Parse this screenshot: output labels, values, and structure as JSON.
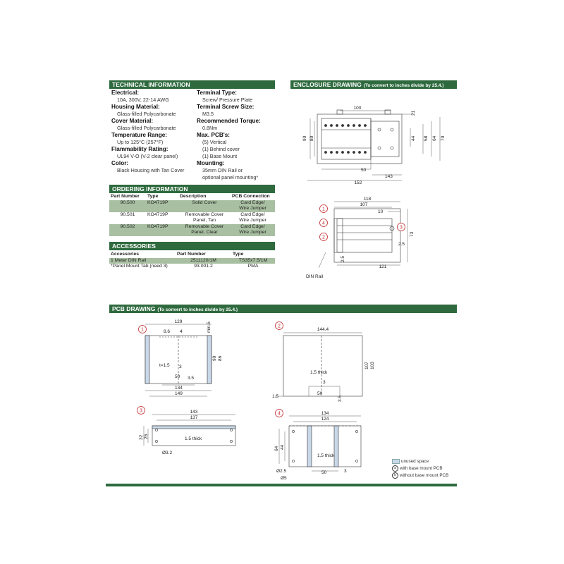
{
  "sections": {
    "technical": "TECHNICAL INFORMATION",
    "enclosure": "ENCLOSURE DRAWING",
    "enclosure_note": "(To convert to inches divide by 25.4.)",
    "ordering": "ORDERING INFORMATION",
    "accessories": "ACCESSORIES",
    "pcb": "PCB DRAWING",
    "pcb_note": "(To convert to inches divide by 25.4.)"
  },
  "tech_left": [
    {
      "label": "Electrical:",
      "values": [
        "10A, 300V, 22-14 AWG"
      ]
    },
    {
      "label": "Housing Material:",
      "values": [
        "Glass-filled Polycarbonate"
      ]
    },
    {
      "label": "Cover Material:",
      "values": [
        "Glass-filled Polycarbonate"
      ]
    },
    {
      "label": "Temperature Range:",
      "values": [
        "Up to 125°C (257°F)"
      ]
    },
    {
      "label": "Flammability Rating:",
      "values": [
        "UL94 V-O (V-2 clear panel)"
      ]
    },
    {
      "label": "Color:",
      "values": [
        "Black Housing with Tan Cover"
      ]
    }
  ],
  "tech_right": [
    {
      "label": "Terminal Type:",
      "values": [
        "Screw/ Pressure Plate"
      ]
    },
    {
      "label": "Terminal Screw Size:",
      "values": [
        "M3.5"
      ]
    },
    {
      "label": "Recommended Torque:",
      "values": [
        "0.8Nm"
      ]
    },
    {
      "label": "Max. PCB's:",
      "values": [
        "(5) Vertical",
        "(1) Behind cover",
        "(1) Base Mount"
      ]
    },
    {
      "label": "Mounting:",
      "values": [
        "35mm DIN Rail or",
        "optional panel mounting*"
      ]
    }
  ],
  "ordering": {
    "headers": [
      "Part Number",
      "Type",
      "Description",
      "PCB Connection"
    ],
    "rows": [
      {
        "part": "90.500",
        "type": "KO4719P",
        "desc": [
          "Solid Cover",
          ""
        ],
        "pcb": [
          "Card Edge/",
          "Wire Jumper"
        ]
      },
      {
        "part": "90.501",
        "type": "KO4719P",
        "desc": [
          "Removable Cover",
          "Panel, Tan"
        ],
        "pcb": [
          "Card Edge/",
          "Wire Jumper"
        ]
      },
      {
        "part": "90.502",
        "type": "KO4719P",
        "desc": [
          "Removable Cover",
          "Panel, Clear"
        ],
        "pcb": [
          "Card Edge/",
          "Wire Jumper"
        ]
      }
    ]
  },
  "accessories": {
    "headers": [
      "Accessories",
      "Part Number",
      "Type"
    ],
    "rows": [
      {
        "name": "1 Meter DIN Rail",
        "part": "2511120/1M",
        "type": "TS35x7.5/1M"
      },
      {
        "name": "*Panel Mount Tab (need 3)",
        "part": "93.001.2",
        "type": "PMA"
      }
    ]
  },
  "enclosure_dims": {
    "top": "100",
    "d21": "21",
    "d90": "90",
    "d80": "80",
    "d44": "44",
    "d58": "58",
    "d64": "64",
    "d70": "70",
    "d50": "50",
    "d143": "143",
    "d152": "152",
    "s118": "118",
    "s107": "107",
    "s10": "10",
    "s73": "73",
    "s25": "2.5",
    "s25b": "2.5",
    "s121": "121",
    "din": "DIN Rail"
  },
  "callouts": [
    "1",
    "4",
    "2",
    "3"
  ],
  "pcb1": {
    "num": "1",
    "d129": "129",
    "d86": "8.6",
    "d4": "4",
    "min5": "min.5",
    "t15": "t=1.5",
    "d3": "3",
    "d35": "3.5",
    "d50": "50",
    "d134": "134",
    "d149": "149",
    "a90": "90",
    "b86": "86"
  },
  "pcb2": {
    "num": "2",
    "d144": "144.4",
    "thick": "1.5 thick",
    "d3": "3",
    "d50": "50",
    "d35": "3.5",
    "d15": "1.5",
    "a107": "107",
    "b103": "103"
  },
  "pcb3": {
    "num": "3",
    "d143": "143",
    "d137": "137",
    "thick": "1.5 thick",
    "d32": "32",
    "d26": "26",
    "dia": "Ø3.2"
  },
  "pcb4": {
    "num": "4",
    "d134": "134",
    "d124": "124",
    "d64": "64",
    "d44": "44",
    "thick": "1.5 thick",
    "d25": "Ø2.5",
    "d5": "Ø5",
    "d50": "50",
    "d3": "3"
  },
  "legend": [
    "unused space",
    "with base mount PCB",
    "without base mount PCB"
  ],
  "legend_marks": [
    "a",
    "b"
  ],
  "colors": {
    "header": "#2e6a3e",
    "shade": "#a8bfa1"
  }
}
